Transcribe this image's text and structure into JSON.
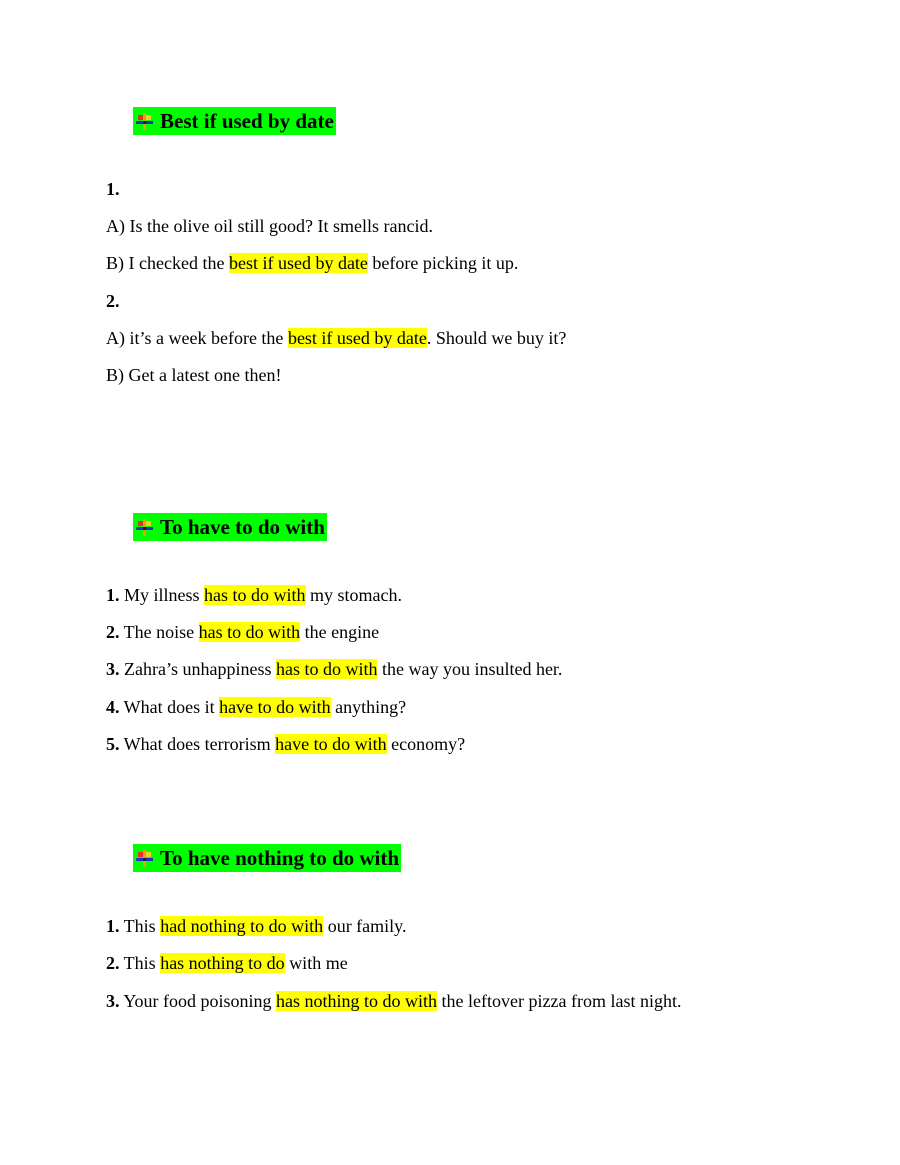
{
  "colors": {
    "heading_bg": "#00ff00",
    "highlight": "#ffff00"
  },
  "icons": {
    "heading_bullet": "crosshair-bullet-icon"
  },
  "sections": [
    {
      "title": "Best if used by date",
      "items": [
        {
          "num": "1.",
          "pre": "",
          "hl": "",
          "post": ""
        },
        {
          "num": "",
          "pre": "A) Is the olive oil still good? It smells rancid.",
          "hl": "",
          "post": ""
        },
        {
          "num": "",
          "pre": "B) I checked the ",
          "hl": "best if used by date",
          "post": " before picking it up."
        },
        {
          "num": "2.",
          "pre": "",
          "hl": "",
          "post": ""
        },
        {
          "num": "",
          "pre": "A) it’s a week before the ",
          "hl": "best if used by date",
          "post": ". Should we buy it?"
        },
        {
          "num": "",
          "pre": "B) Get a latest one then!",
          "hl": "",
          "post": ""
        }
      ]
    },
    {
      "title": "To have to do with",
      "items": [
        {
          "num": "1.",
          "pre": " My illness ",
          "hl": "has to do with",
          "post": " my stomach."
        },
        {
          "num": "2.",
          "pre": " The noise ",
          "hl": "has to do with",
          "post": " the engine"
        },
        {
          "num": "3.",
          "pre": " Zahra’s unhappiness ",
          "hl": "has to do with",
          "post": " the way you insulted her."
        },
        {
          "num": "4.",
          "pre": " What does it ",
          "hl": "have to do with",
          "post": " anything?"
        },
        {
          "num": "5.",
          "pre": " What does terrorism ",
          "hl": "have to do with",
          "post": " economy?"
        }
      ]
    },
    {
      "title": "To have nothing to do with",
      "items": [
        {
          "num": "1.",
          "pre": " This ",
          "hl": "had nothing to do with",
          "post": " our family."
        },
        {
          "num": "2.",
          "pre": " This ",
          "hl": "has nothing to do",
          "post": " with me"
        },
        {
          "num": "3.",
          "pre": " Your food poisoning ",
          "hl": "has nothing to do with",
          "post": " the leftover pizza from last night."
        }
      ]
    }
  ]
}
